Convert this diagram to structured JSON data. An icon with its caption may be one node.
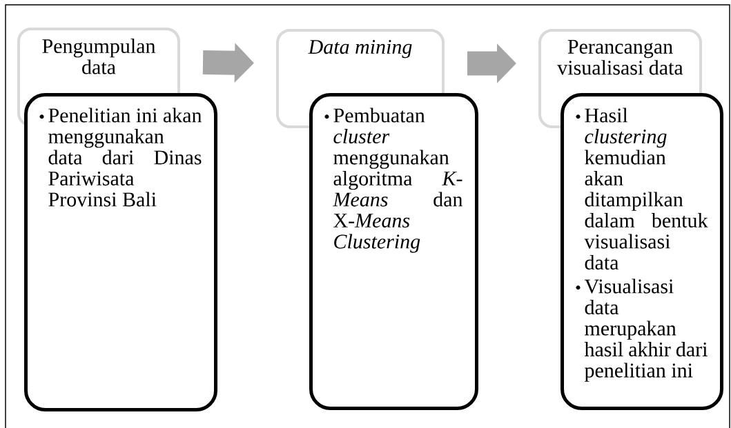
{
  "diagram": {
    "nodes": [
      {
        "text": [
          "Pengumpulan data"
        ]
      },
      {
        "text": [
          "Penelitian ini akan menggunakan data dari Dinas Pariwisata Provinsi Bali"
        ]
      },
      {
        "text": [
          "Data mining"
        ]
      },
      {
        "text": [
          "Pembuatan *cluster* menggunakan algoritma *K-Means* dan X-*Means Clustering*"
        ]
      },
      {
        "text": [
          "Perancangan visualisasi data"
        ]
      },
      {
        "text": [
          "Hasil *clustering* kemudian akan ditampilkan dalam bentuk visualisasi data",
          "Visualisasi data merupakan hasil akhir dari penelitian ini"
        ]
      }
    ],
    "edges": [
      {
        "from": 0,
        "to": 2,
        "arrow": "to"
      },
      {
        "from": 2,
        "to": 4,
        "arrow": "to"
      }
    ]
  }
}
